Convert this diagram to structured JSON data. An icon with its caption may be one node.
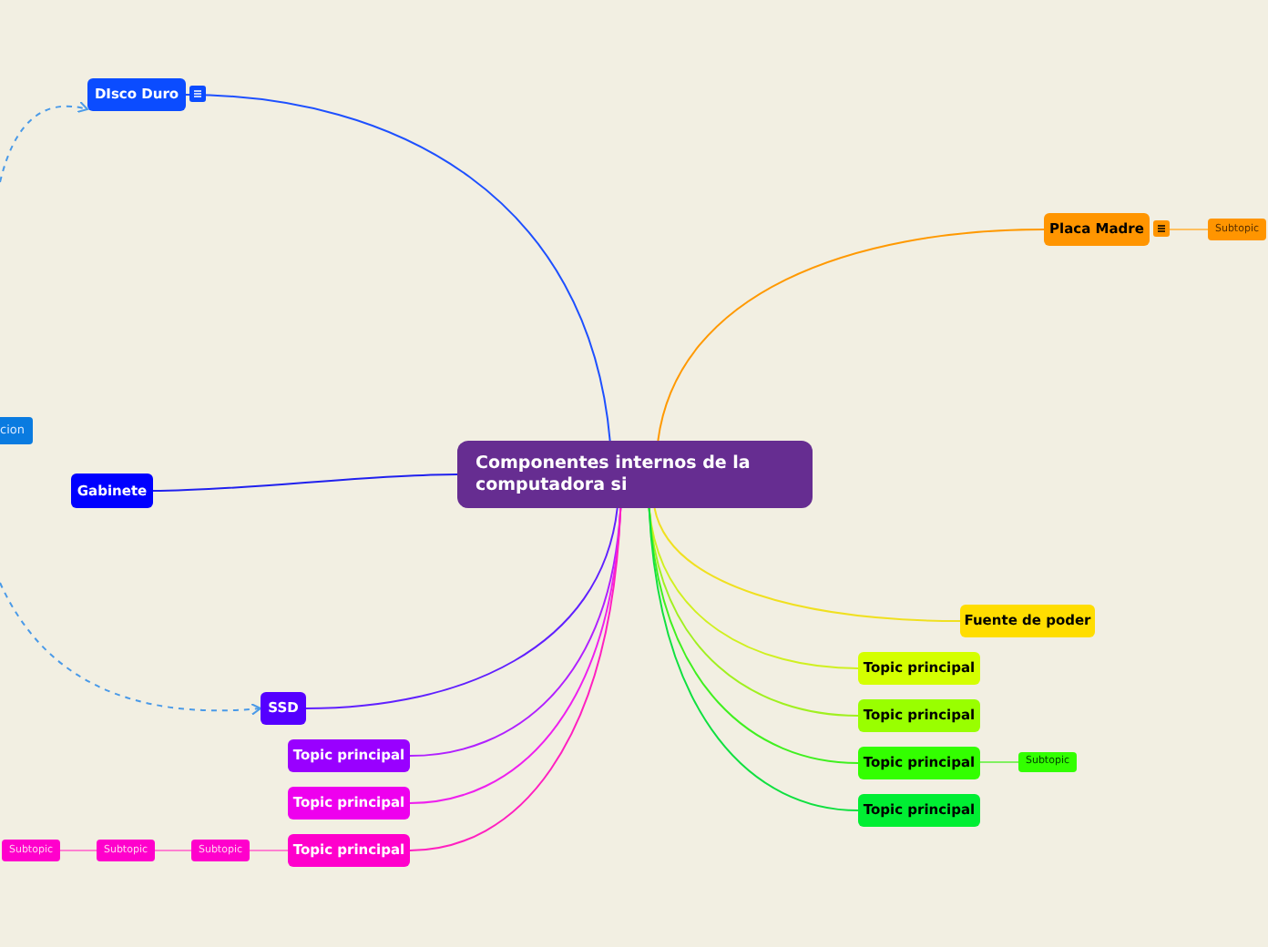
{
  "diagram": {
    "nodes": [
      {
        "text": [
          "Componentes internos de la computadora si"
        ]
      },
      {
        "text": [
          "DIsco Duro"
        ]
      },
      {
        "text": [
          "Placa Madre"
        ]
      },
      {
        "text": [
          "Subtopic"
        ]
      },
      {
        "text": [
          "Gabinete"
        ]
      },
      {
        "text": [
          "cion"
        ]
      },
      {
        "text": [
          "Fuente de poder"
        ]
      },
      {
        "text": [
          "Topic principal"
        ]
      },
      {
        "text": [
          "Topic principal"
        ]
      },
      {
        "text": [
          "Topic principal"
        ]
      },
      {
        "text": [
          "Subtopic"
        ]
      },
      {
        "text": [
          "Topic principal"
        ]
      },
      {
        "text": [
          "SSD"
        ]
      },
      {
        "text": [
          "Topic principal"
        ]
      },
      {
        "text": [
          "Topic principal"
        ]
      },
      {
        "text": [
          "Topic principal"
        ]
      },
      {
        "text": [
          "Subtopic"
        ]
      },
      {
        "text": [
          "Subtopic"
        ]
      },
      {
        "text": [
          "Subtopic"
        ]
      }
    ],
    "edges": [
      {
        "from": 0,
        "to": 1,
        "arrow": "none",
        "color": "#1e50ff"
      },
      {
        "from": 0,
        "to": 2,
        "arrow": "none",
        "color": "#ff9900"
      },
      {
        "from": 2,
        "to": 3,
        "arrow": "none",
        "color": "#ffc060"
      },
      {
        "from": 0,
        "to": 4,
        "arrow": "none",
        "color": "#2020ee"
      },
      {
        "from": null,
        "to": 1,
        "arrow": "to",
        "style": "dashed",
        "color": "#4a9ae8"
      },
      {
        "from": null,
        "to": 12,
        "arrow": "to",
        "style": "dashed",
        "color": "#4a9ae8"
      },
      {
        "from": 0,
        "to": 6,
        "arrow": "none",
        "color": "#f0e020"
      },
      {
        "from": 0,
        "to": 7,
        "arrow": "none",
        "color": "#d0f020"
      },
      {
        "from": 0,
        "to": 8,
        "arrow": "none",
        "color": "#a0f020"
      },
      {
        "from": 0,
        "to": 9,
        "arrow": "none",
        "color": "#40f020"
      },
      {
        "from": 9,
        "to": 10,
        "arrow": "none",
        "color": "#80f060"
      },
      {
        "from": 0,
        "to": 11,
        "arrow": "none",
        "color": "#10e040"
      },
      {
        "from": 0,
        "to": 12,
        "arrow": "none",
        "color": "#6020ff"
      },
      {
        "from": 0,
        "to": 13,
        "arrow": "none",
        "color": "#b020ff"
      },
      {
        "from": 0,
        "to": 14,
        "arrow": "none",
        "color": "#ee20ee"
      },
      {
        "from": 0,
        "to": 15,
        "arrow": "none",
        "color": "#ff20c0"
      },
      {
        "from": 15,
        "to": 16,
        "arrow": "none",
        "color": "#ff80d0"
      },
      {
        "from": 16,
        "to": 17,
        "arrow": "none",
        "color": "#ff80d0"
      },
      {
        "from": 17,
        "to": 18,
        "arrow": "none",
        "color": "#ff80d0"
      }
    ]
  }
}
